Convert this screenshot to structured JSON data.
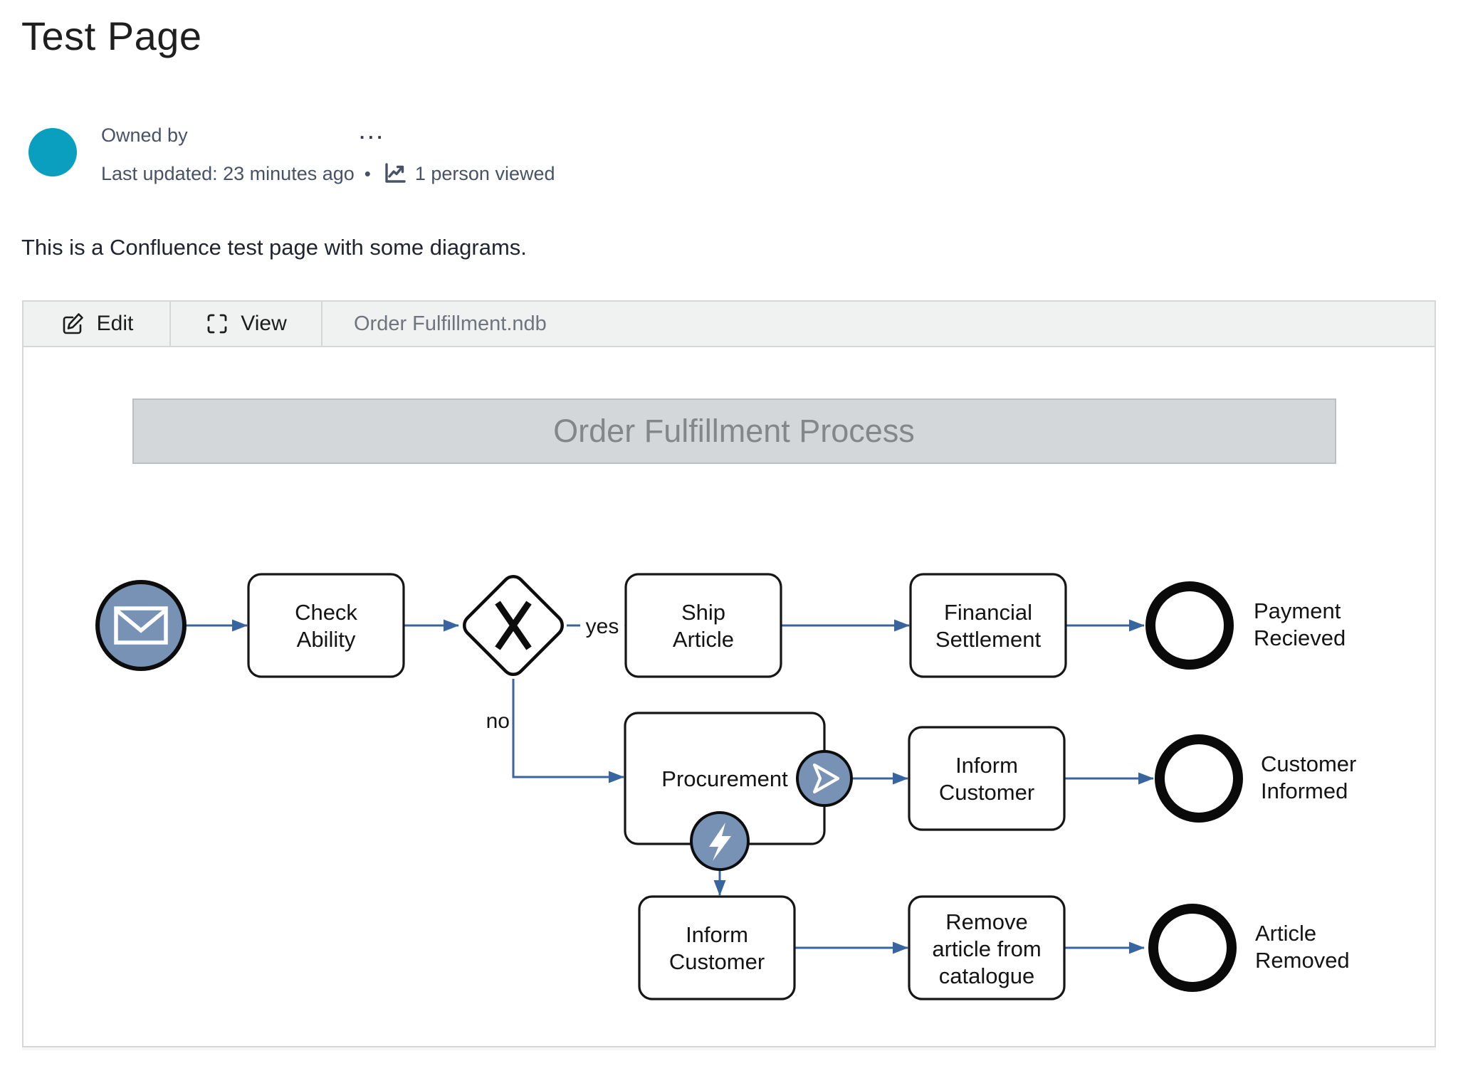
{
  "page": {
    "title": "Test Page",
    "owned_by_label": "Owned by",
    "more_actions": "...",
    "last_updated": "Last updated: 23 minutes ago",
    "separator_dot": "•",
    "views_count": "1 person viewed",
    "body_text": "This is a Confluence test page with some diagrams."
  },
  "viewer": {
    "edit_label": "Edit",
    "view_label": "View",
    "filename": "Order Fulfillment.ndb"
  },
  "diagram": {
    "title": "Order Fulfillment Process",
    "tasks": {
      "check_ability": [
        "Check",
        "Ability"
      ],
      "ship_article": [
        "Ship",
        "Article"
      ],
      "financial_settlement": [
        "Financial",
        "Settlement"
      ],
      "procurement": [
        "Procurement"
      ],
      "inform_customer_mid": [
        "Inform",
        "Customer"
      ],
      "inform_customer_bottom": [
        "Inform",
        "Customer"
      ],
      "remove_article": [
        "Remove",
        "article from",
        "catalogue"
      ]
    },
    "end_event_labels": {
      "payment": [
        "Payment",
        "Recieved"
      ],
      "customer": [
        "Customer",
        "Informed"
      ],
      "article": [
        "Article",
        "Removed"
      ]
    },
    "edge_labels": {
      "yes": "yes",
      "no": "no"
    },
    "icons": {
      "start_event": "message-envelope-icon",
      "gateway": "xor-gateway-x",
      "procurement_right": "message-throw-icon",
      "procurement_bottom": "error-lightning-icon"
    },
    "colors": {
      "flow_blue": "#38659f",
      "event_fill": "#7792b4",
      "titlebar_fill": "#d4d7d9",
      "titlebar_text": "#83878a",
      "avatar_teal": "#0a9fbe"
    }
  }
}
